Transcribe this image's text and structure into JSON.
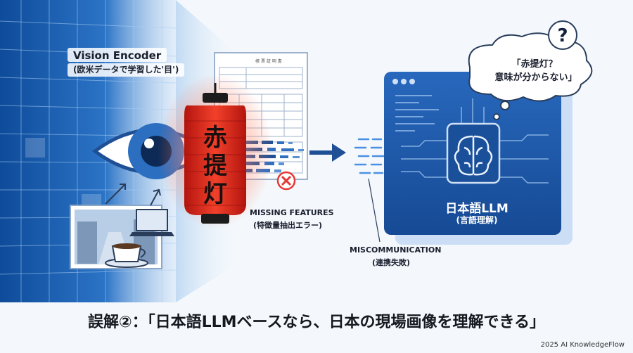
{
  "vision_encoder": {
    "title": "Vision Encoder",
    "subtitle": "(欧米データで学習した'目')"
  },
  "lantern": {
    "chars": [
      "赤",
      "提",
      "灯"
    ]
  },
  "document": {
    "title": "帳 票 証 明 書"
  },
  "missing_features": {
    "label": "MISSING FEATURES",
    "sublabel": "(特徴量抽出エラー)"
  },
  "miscommunication": {
    "label": "MISCOMMUNICATION",
    "sublabel": "(連携失敗)"
  },
  "llm": {
    "title": "日本語LLM",
    "subtitle": "(言語理解)"
  },
  "thought_bubble": {
    "line1": "「赤提灯？",
    "line2": "意味が分からない」",
    "mark": "?"
  },
  "caption": "誤解②：「日本語LLMベースなら、日本の現場画像を理解できる」",
  "copyright": "2025 AI KnowledgeFlow",
  "colors": {
    "panel_blue": "#1f5fae",
    "lantern_red": "#d9261c",
    "accent_blue": "#2f7fd8",
    "error_red": "#e53935"
  }
}
